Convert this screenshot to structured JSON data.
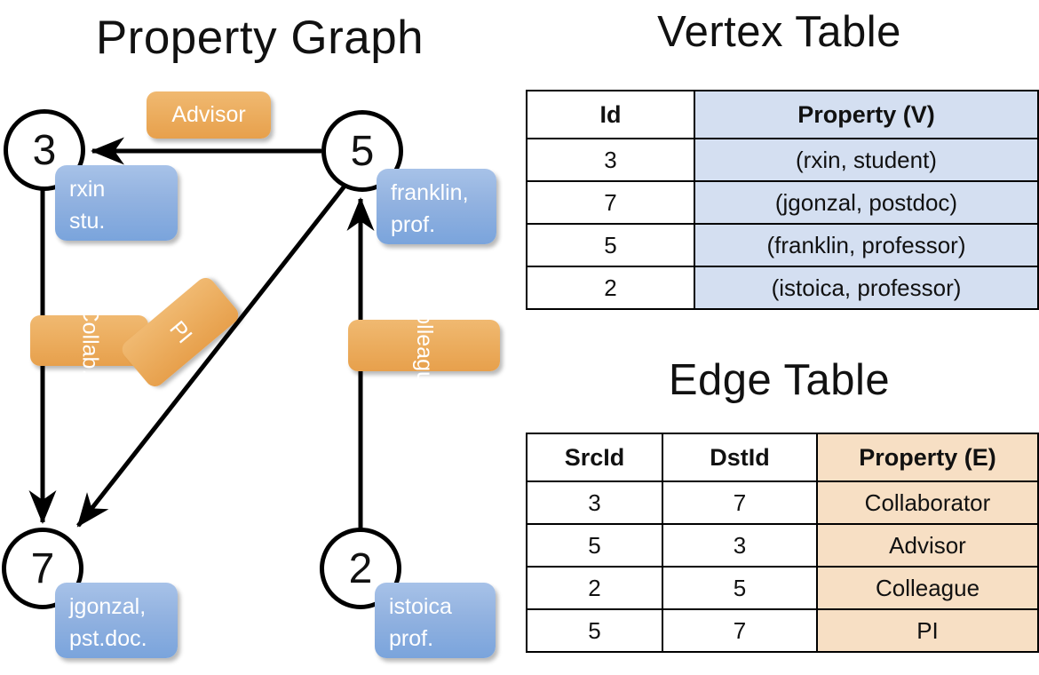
{
  "titles": {
    "graph": "Property Graph",
    "vertex_table": "Vertex Table",
    "edge_table": "Edge Table"
  },
  "colors": {
    "node_blue_top": "#a7c2e8",
    "node_blue_bottom": "#7aa4dc",
    "edge_orange_top": "#f0b971",
    "edge_orange_bottom": "#e7a04c",
    "vertex_cell_blue": "#d4dff1",
    "edge_cell_orange": "#f7dfc4",
    "stroke": "#000000",
    "background": "#ffffff"
  },
  "graph": {
    "vertices": [
      {
        "id": "3",
        "property_line1": "rxin",
        "property_line2": "stu."
      },
      {
        "id": "5",
        "property_line1": "franklin,",
        "property_line2": "prof."
      },
      {
        "id": "7",
        "property_line1": "jgonzal,",
        "property_line2": "pst.doc."
      },
      {
        "id": "2",
        "property_line1": "istoica",
        "property_line2": "prof."
      }
    ],
    "edge_labels": [
      {
        "label": "Advisor",
        "src": "5",
        "dst": "3"
      },
      {
        "label": "Collab.",
        "src": "3",
        "dst": "7"
      },
      {
        "label": "PI",
        "src": "5",
        "dst": "7"
      },
      {
        "label": "Colleague",
        "src": "2",
        "dst": "5"
      }
    ]
  },
  "vertex_table": {
    "headers": [
      "Id",
      "Property (V)"
    ],
    "rows": [
      {
        "id": "3",
        "property": "(rxin, student)"
      },
      {
        "id": "7",
        "property": "(jgonzal, postdoc)"
      },
      {
        "id": "5",
        "property": "(franklin, professor)"
      },
      {
        "id": "2",
        "property": "(istoica, professor)"
      }
    ]
  },
  "edge_table": {
    "headers": [
      "SrcId",
      "DstId",
      "Property (E)"
    ],
    "rows": [
      {
        "src": "3",
        "dst": "7",
        "property": "Collaborator"
      },
      {
        "src": "5",
        "dst": "3",
        "property": "Advisor"
      },
      {
        "src": "2",
        "dst": "5",
        "property": "Colleague"
      },
      {
        "src": "5",
        "dst": "7",
        "property": "PI"
      }
    ]
  }
}
